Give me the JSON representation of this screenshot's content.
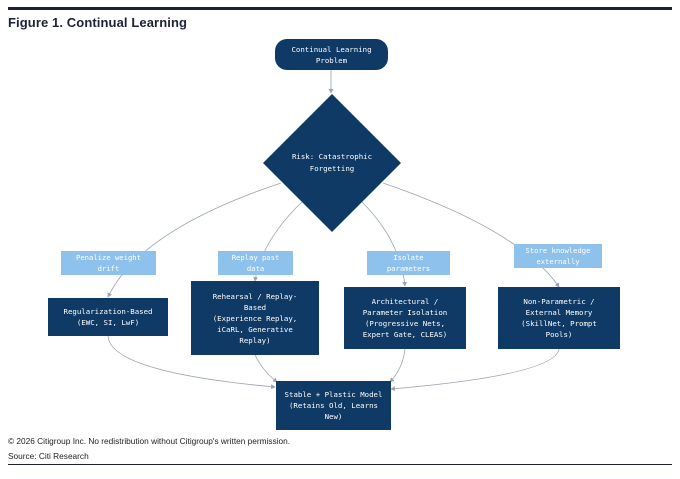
{
  "figure": {
    "title": "Figure 1. Continual Learning"
  },
  "nodes": {
    "problem": "Continual Learning\nProblem",
    "risk": "Risk: Catastrophic\nForgetting",
    "regularization": "Regularization-Based\n(EWC, SI, LwF)",
    "rehearsal": "Rehearsal / Replay-\nBased\n(Experience Replay,\niCaRL, Generative\nReplay)",
    "architectural": "Architectural /\nParameter Isolation\n(Progressive Nets,\nExpert Gate, CLEAS)",
    "nonparametric": "Non-Parametric /\nExternal Memory\n(SkillNet, Prompt\nPools)",
    "result": "Stable + Plastic Model\n(Retains Old, Learns\nNew)"
  },
  "edge_labels": {
    "penalize": "Penalize weight drift",
    "replay": "Replay past data",
    "isolate": "Isolate parameters",
    "store": "Store knowledge\nexternally"
  },
  "footer": {
    "copyright": "© 2026 Citigroup Inc. No redistribution without Citigroup's written permission.",
    "source": "Source: Citi Research"
  },
  "colors": {
    "node_fill": "#0f3a66",
    "label_fill": "#8ec1ec",
    "connector": "#9aa4b2"
  }
}
